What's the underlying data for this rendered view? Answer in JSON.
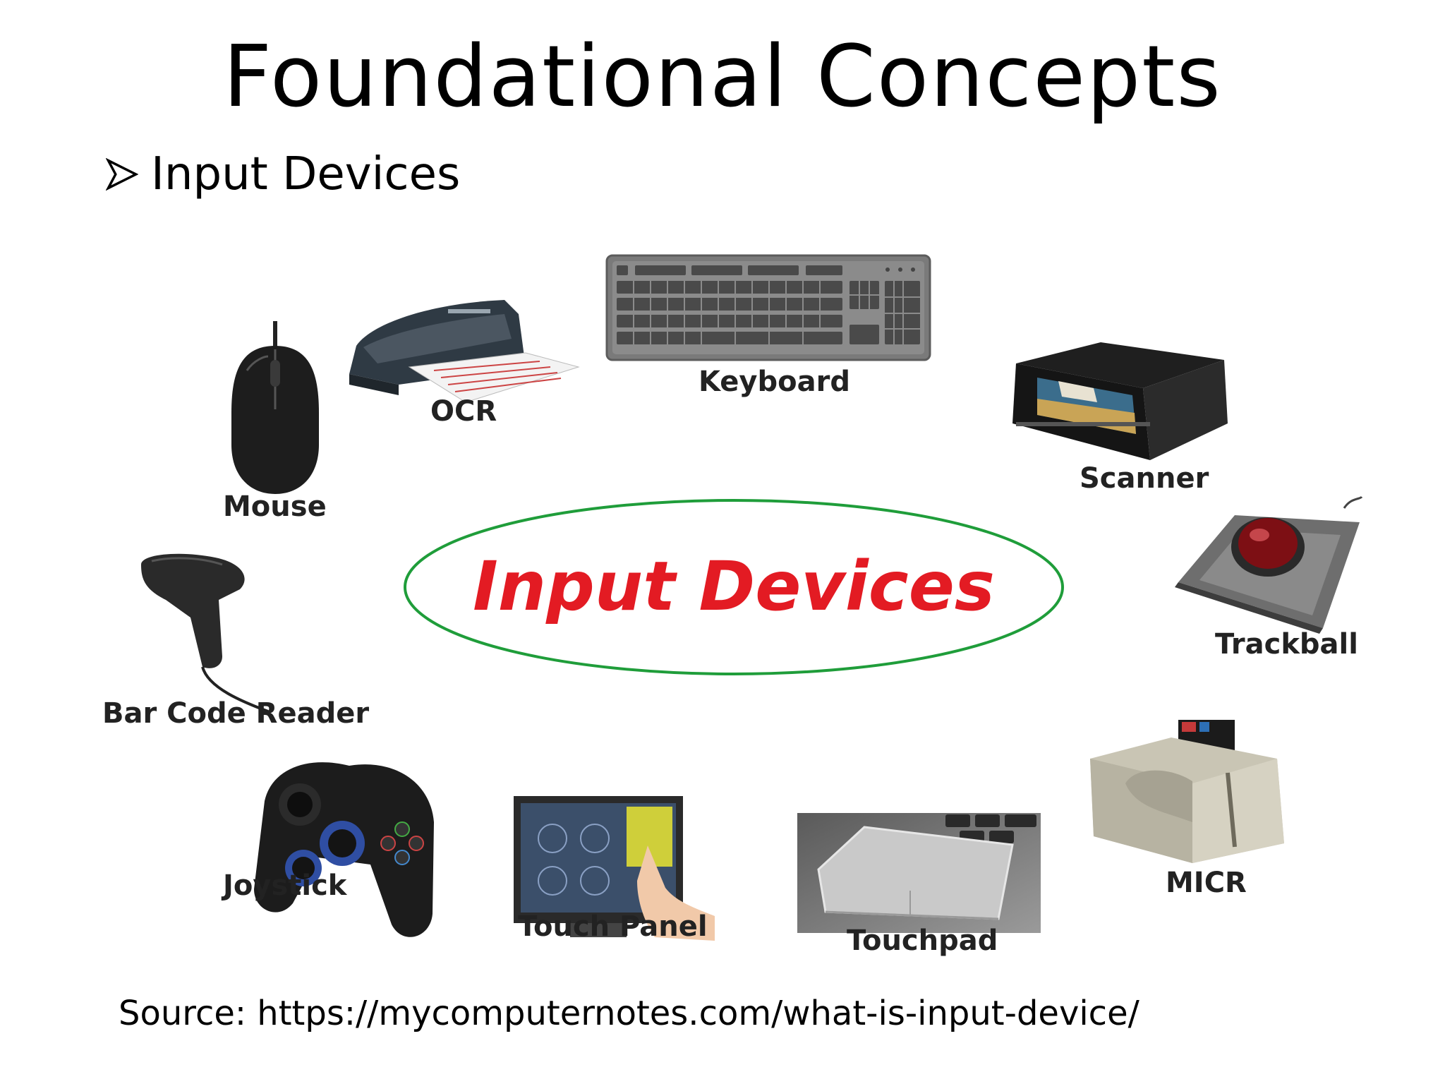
{
  "title": "Foundational Concepts",
  "bullet": "Input Devices",
  "center_label": "Input Devices",
  "devices": {
    "mouse": "Mouse",
    "ocr": "OCR",
    "keyboard": "Keyboard",
    "scanner": "Scanner",
    "trackball": "Trackball",
    "barcode": "Bar Code Reader",
    "joystick": "Joystick",
    "touch_panel": "Touch Panel",
    "touchpad": "Touchpad",
    "micr": "MICR"
  },
  "source": "Source: https://mycomputernotes.com/what-is-input-device/",
  "colors": {
    "center_text": "#e31b23",
    "ellipse": "#1f9d3a",
    "label": "#222222"
  }
}
